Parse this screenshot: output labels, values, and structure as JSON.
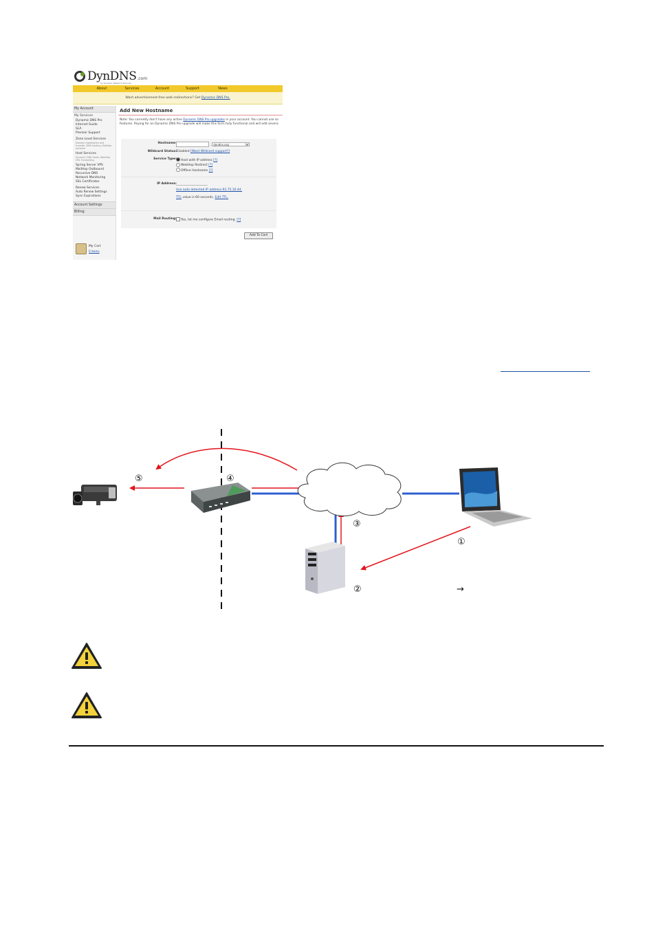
{
  "dyndns": {
    "logo": {
      "name": "DynDNS",
      "domain": ".com",
      "tagline": "by Dynamic Network Services"
    },
    "topnav": [
      "About",
      "Services",
      "Account",
      "Support",
      "News"
    ],
    "notice": {
      "text": "Want advertisement-free web redirections? Get",
      "link": "Dynamic DNS Pro."
    },
    "sidebar": {
      "my_account": "My Account",
      "my_services": "My Services",
      "items": [
        {
          "label": "Dynamic DNS Pro"
        },
        {
          "label": "Internet Guide"
        },
        {
          "label": "SLA"
        },
        {
          "label": "Premier Support"
        },
        {
          "label": "Zone Level Services",
          "note": "Domain registration and transfer, DNS hosting, MailHop services"
        },
        {
          "label": "Host Services",
          "note": "Dynamic DNS Hosts, WebHop URL Forwarding"
        },
        {
          "label": "Spring Server VPS"
        },
        {
          "label": "MailHop Outbound"
        },
        {
          "label": "Recursive DNS"
        },
        {
          "label": "Network Monitoring"
        },
        {
          "label": "SSL Certificates"
        },
        {
          "label": "Renew Services"
        },
        {
          "label": "Auto Renew Settings"
        },
        {
          "label": "Sync Expirations"
        }
      ],
      "account_settings": "Account Settings",
      "billing": "Billing",
      "cart_label": "My Cart",
      "cart_link": "0 items"
    },
    "main": {
      "title": "Add New Hostname",
      "note_line1_a": "Note: You currently don't have any active",
      "note_line1_link": "Dynamic DNS Pro upgrades",
      "note_line1_b": "in your account. You cannot use so",
      "note_line2": "features. Paying for an Dynamic DNS Pro upgrade will make this form fully functional and will add severa",
      "form": {
        "hostname_label": "Hostname:",
        "hostname_dot": ".",
        "hostname_domain": "dyndns.org",
        "wildcard_label": "Wildcard Status:",
        "wildcard_value": "Disabled",
        "wildcard_link": "[Want Wildcard support?]",
        "service_label": "Service Type:",
        "service_options": [
          {
            "label": "Host with IP address",
            "help": "[?]"
          },
          {
            "label": "WebHop Redirect",
            "help": "[?]"
          },
          {
            "label": "Offline Hostname",
            "help": "[?]"
          }
        ],
        "ip_label": "IP Address:",
        "ip_link": "Use auto detected IP address 93.75.16.44.",
        "ttl_link": "TTL",
        "ttl_text": "value is 60 seconds.",
        "ttl_edit": "Edit TTL.",
        "mail_label": "Mail Routing:",
        "mail_text": "Yes, let me configure Email routing.",
        "mail_help": "[?]",
        "add_button": "Add To Cart"
      }
    }
  },
  "diagram": {
    "labels": {
      "step1": "①",
      "step2": "②",
      "step3": "③",
      "step4": "④",
      "step5": "⑤",
      "arrow": "→"
    },
    "colors": {
      "request": "#e2141b",
      "link": "#2f5fd0"
    }
  }
}
